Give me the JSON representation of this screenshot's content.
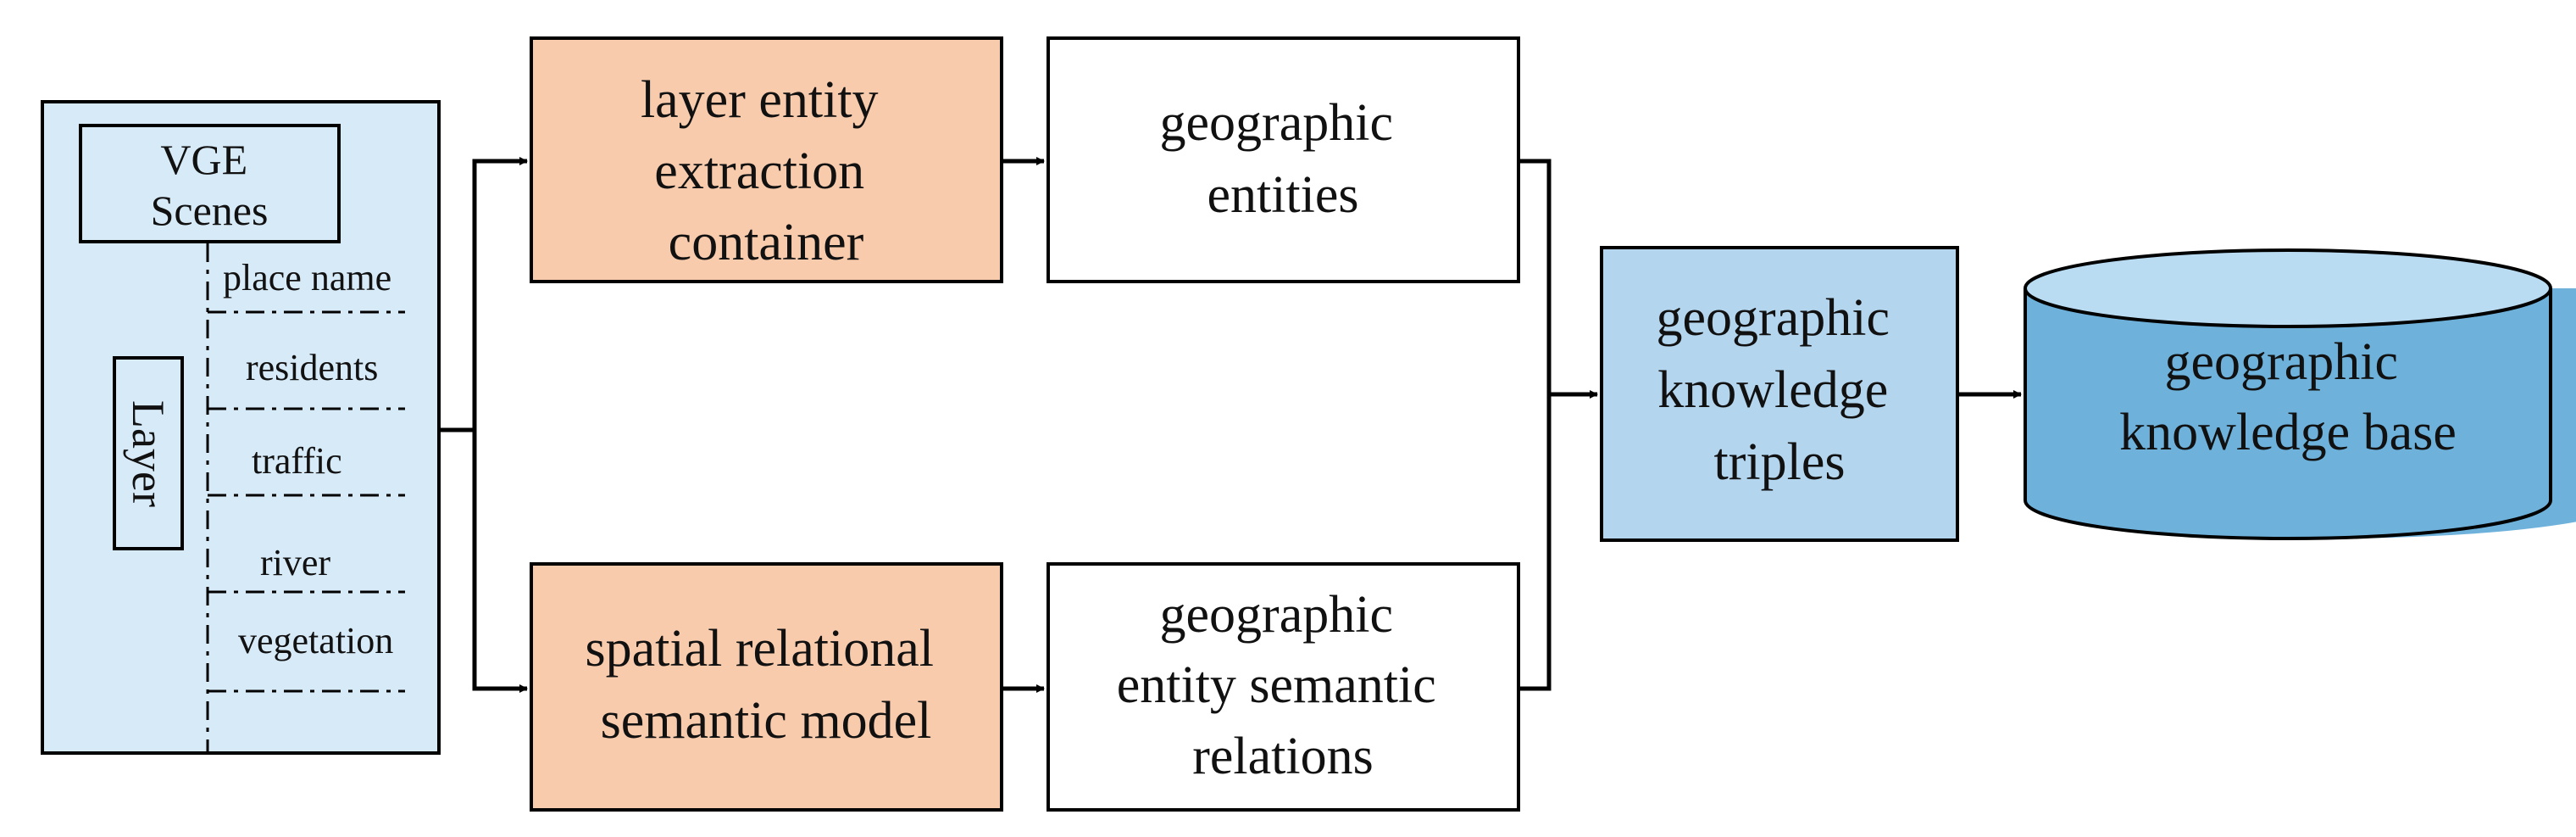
{
  "colors": {
    "panel_fill": "#d7eaf7",
    "orange_fill": "#f8cbad",
    "triples_fill": "#b4d5ee",
    "db_fill": "#6eb2dc",
    "db_top_fill": "#b9dcf2",
    "stroke": "#000000"
  },
  "scenes": {
    "title": [
      "VGE",
      "Scenes"
    ]
  },
  "layer": {
    "label": "Layer",
    "items": [
      "place name",
      "residents",
      "traffic",
      "river",
      "vegetation"
    ]
  },
  "process": {
    "extraction": [
      "layer entity",
      "extraction",
      "container"
    ],
    "semantic_model": [
      "spatial relational",
      "semantic model"
    ]
  },
  "outputs": {
    "entities": [
      "geographic",
      "entities"
    ],
    "relations": [
      "geographic",
      "entity semantic",
      "relations"
    ]
  },
  "triples": [
    "geographic",
    "knowledge",
    "triples"
  ],
  "knowledge_base": [
    "geographic",
    "knowledge base"
  ]
}
